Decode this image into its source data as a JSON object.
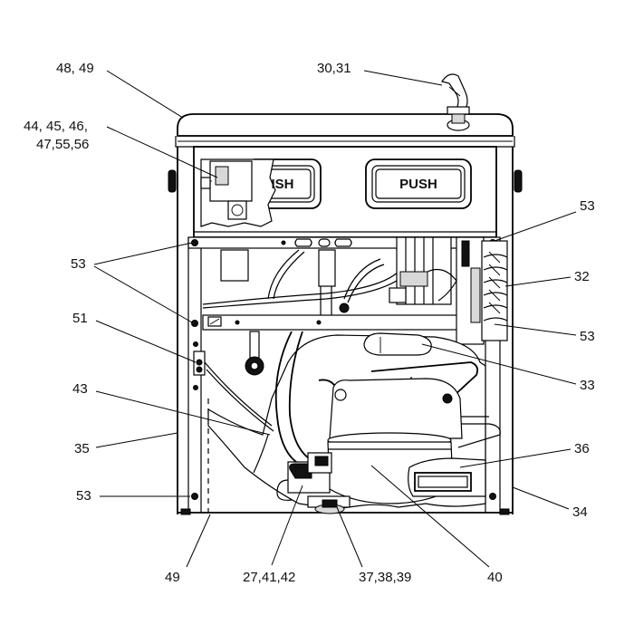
{
  "diagram": {
    "callouts": [
      {
        "id": "c-48-49",
        "text": "48, 49"
      },
      {
        "id": "c-30-31",
        "text": "30,31"
      },
      {
        "id": "c-44-line1",
        "text": "44, 45, 46,"
      },
      {
        "id": "c-44-line2",
        "text": "47,55,56"
      },
      {
        "id": "c-53-top-right",
        "text": "53"
      },
      {
        "id": "c-53-left-upper",
        "text": "53"
      },
      {
        "id": "c-32",
        "text": "32"
      },
      {
        "id": "c-51",
        "text": "51"
      },
      {
        "id": "c-53-right-mid",
        "text": "53"
      },
      {
        "id": "c-43",
        "text": "43"
      },
      {
        "id": "c-33",
        "text": "33"
      },
      {
        "id": "c-35",
        "text": "35"
      },
      {
        "id": "c-36",
        "text": "36"
      },
      {
        "id": "c-53-left-lower",
        "text": "53"
      },
      {
        "id": "c-34",
        "text": "34"
      },
      {
        "id": "c-49",
        "text": "49"
      },
      {
        "id": "c-27-41-42",
        "text": "27,41,42"
      },
      {
        "id": "c-37-38-39",
        "text": "37,38,39"
      },
      {
        "id": "c-40",
        "text": "40"
      }
    ],
    "buttons": [
      {
        "id": "push-left",
        "text": "ISH"
      },
      {
        "id": "push-right",
        "text": "PUSH"
      }
    ]
  }
}
